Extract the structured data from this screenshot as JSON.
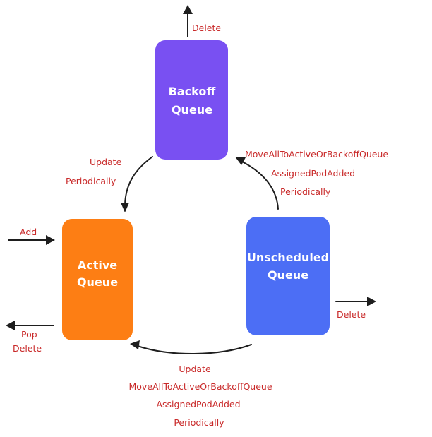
{
  "colors": {
    "backoff_queue": "#7950f2",
    "active_queue": "#fd7e14",
    "unscheduled_queue": "#4c6ef5",
    "label_text": "#c92a2a",
    "arrow": "#1e1e1e",
    "node_text": "#ffffff"
  },
  "nodes": {
    "backoff": {
      "line1": "Backoff",
      "line2": "Queue"
    },
    "active": {
      "line1": "Active",
      "line2": "Queue"
    },
    "unscheduled": {
      "line1": "Unscheduled",
      "line2": "Queue"
    }
  },
  "edges": {
    "backoff_delete": "Delete",
    "backoff_to_active": {
      "line1": "Update",
      "line2": "Periodically"
    },
    "unscheduled_to_backoff": {
      "line1": "MoveAllToActiveOrBackoffQueue",
      "line2": "AssignedPodAdded",
      "line3": "Periodically"
    },
    "add_to_active": "Add",
    "active_out": {
      "line1": "Pop",
      "line2": "Delete"
    },
    "unscheduled_delete": "Delete",
    "unscheduled_to_active": {
      "line1": "Update",
      "line2": "MoveAllToActiveOrBackoffQueue",
      "line3": "AssignedPodAdded",
      "line4": "Periodically"
    }
  }
}
